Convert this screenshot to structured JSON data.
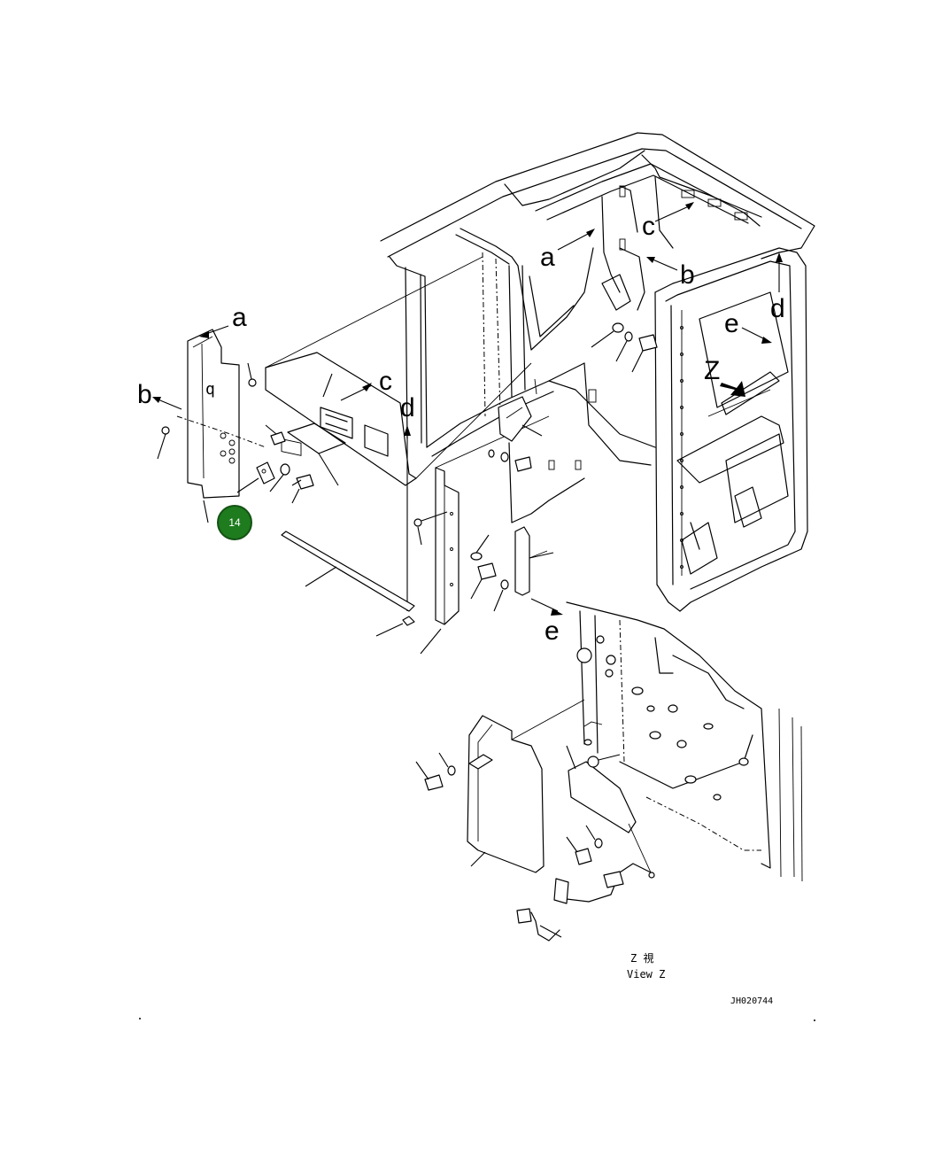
{
  "diagram": {
    "reference_letters": {
      "a_left": "a",
      "b_left": "b",
      "c_left": "c",
      "d_left": "d",
      "e_left": "e",
      "a_right": "a",
      "b_right": "b",
      "c_right": "c",
      "d_right": "d",
      "e_right": "e",
      "z_marker": "Z"
    },
    "callout_badge": {
      "label": "14",
      "color": "#1e7b1e"
    },
    "view_caption": {
      "japanese": "Z 視",
      "english": "View Z"
    },
    "drawing_number": "JH020744"
  }
}
